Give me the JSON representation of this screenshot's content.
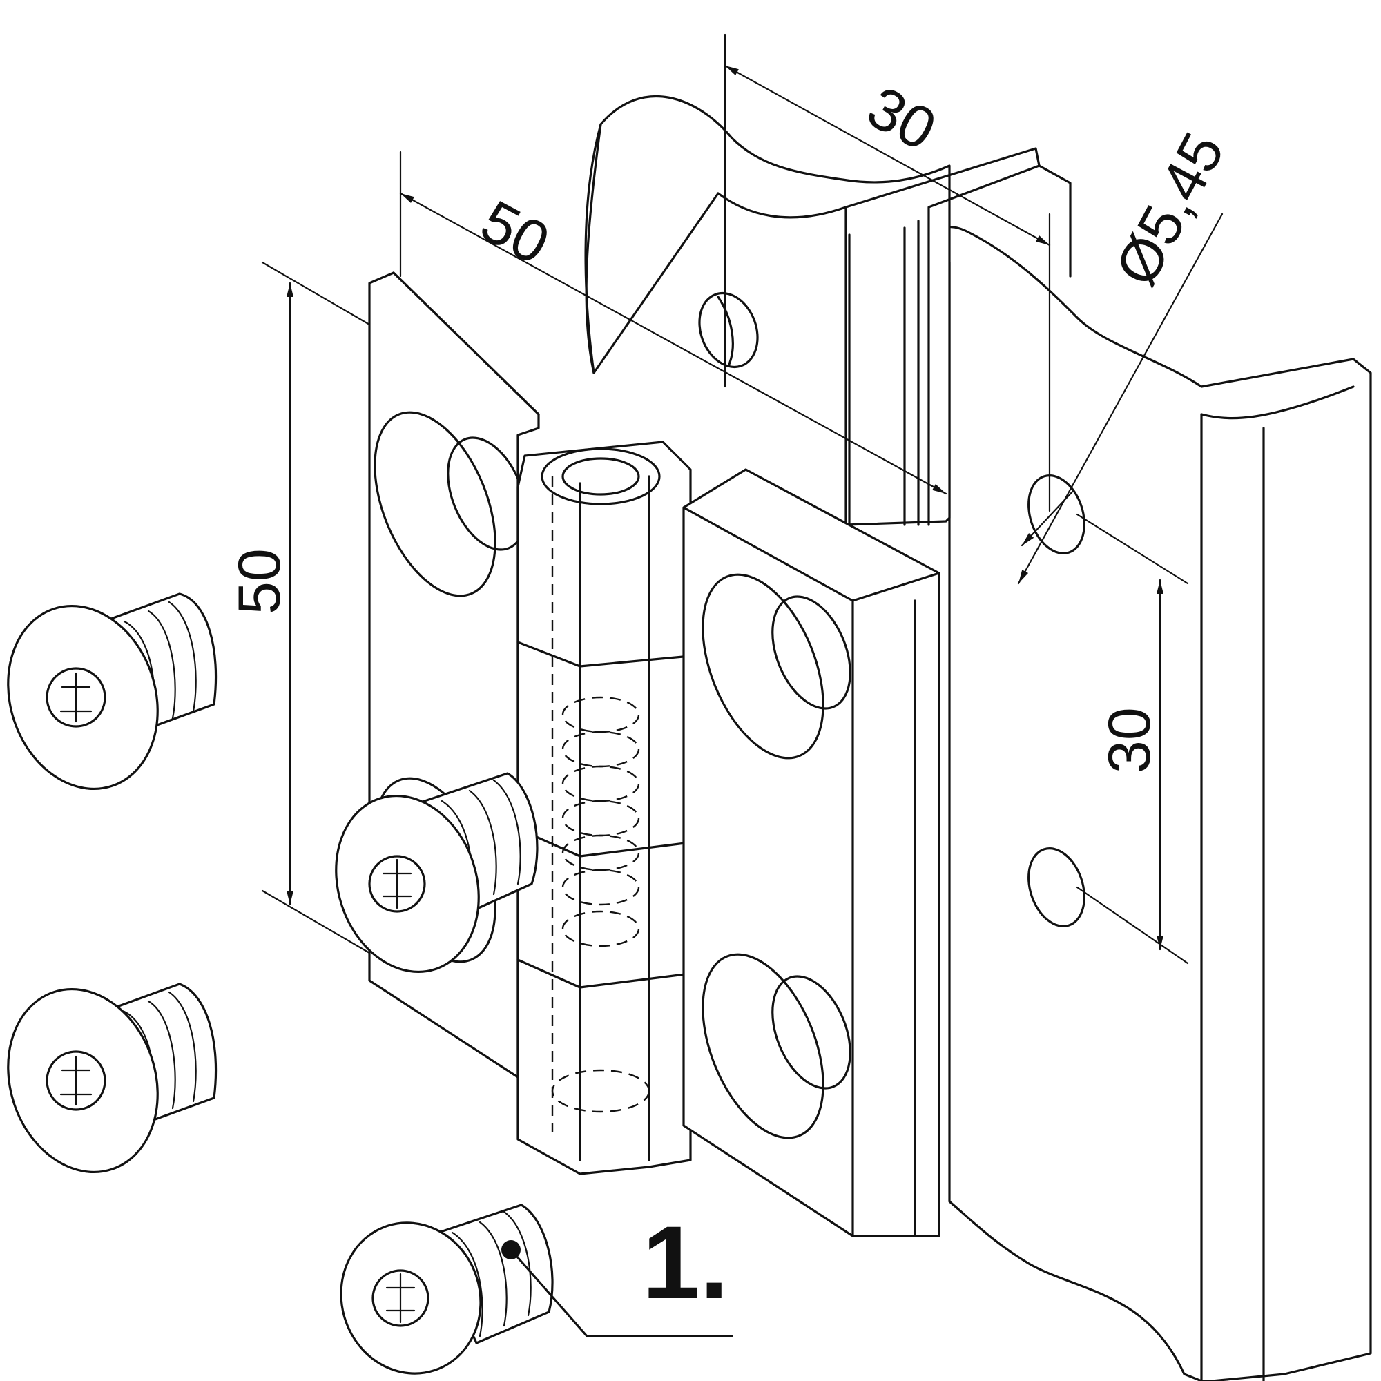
{
  "dimensions": {
    "hinge_width": "50",
    "hinge_height": "50",
    "frame_depth": "30",
    "hole_spacing": "30",
    "hole_diameter": "Ø5,45"
  },
  "callout": {
    "label": "1."
  }
}
